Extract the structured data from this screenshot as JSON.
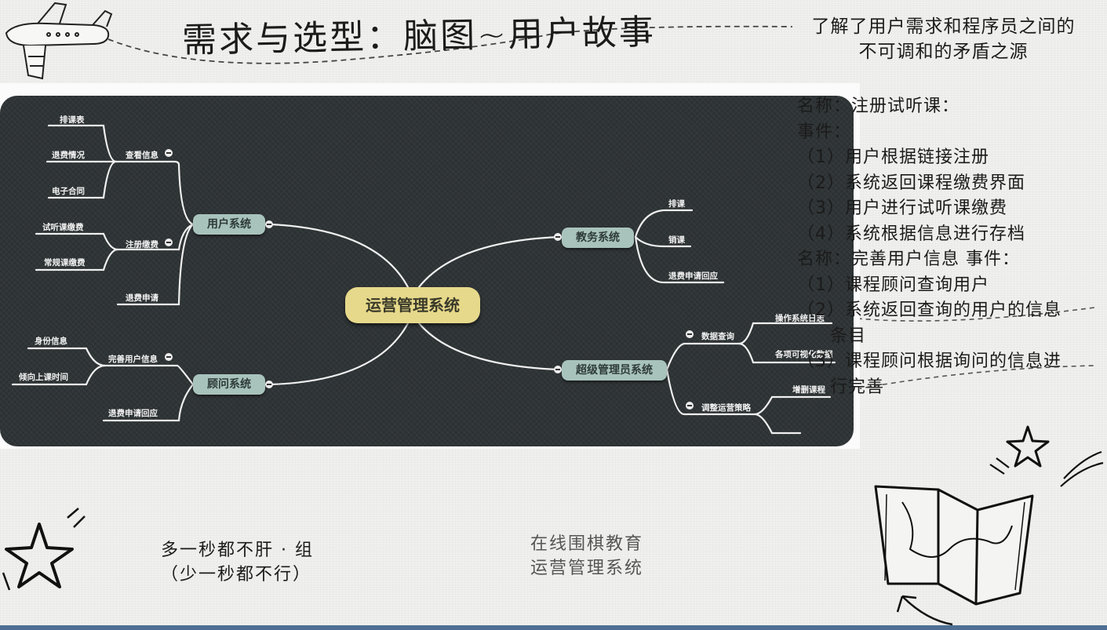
{
  "header": {
    "title": "需求与选型：脑图~用户故事",
    "subtitle_line1": "了解了用户需求和程序员之间的",
    "subtitle_line2": "不可调和的矛盾之源"
  },
  "user_story": {
    "story1_name": "名称：注册试听课：",
    "story1_event": "事件：",
    "story1_steps": [
      "（1）用户根据链接注册",
      "（2）系统返回课程缴费界面",
      "（3）用户进行试听课缴费",
      "（4）系统根据信息进行存档"
    ],
    "story2_name": "名称：完善用户信息 事件：",
    "story2_steps": [
      "（1）课程顾问查询用户",
      "（2）系统返回查询的用户的信息",
      "条目",
      "（3）课程顾问根据询问的信息进",
      "行完善"
    ]
  },
  "mindmap": {
    "root": "运营管理系统",
    "branches": {
      "user_system": "用户系统",
      "teaching_system": "教务系统",
      "advisor_system": "顾问系统",
      "super_admin_system": "超级管理员系统"
    },
    "user_system": {
      "view_info": "查看信息",
      "view_info_items": [
        "排课表",
        "退费情况",
        "电子合同"
      ],
      "register_pay": "注册缴费",
      "register_pay_items": [
        "试听课缴费",
        "常规课缴费"
      ],
      "refund_apply": "退费申请"
    },
    "teaching_system": {
      "items": [
        "排课",
        "销课",
        "退费申请回应"
      ]
    },
    "advisor_system": {
      "complete_info": "完善用户信息",
      "complete_info_items": [
        "身份信息",
        "倾向上课时间"
      ],
      "refund_response": "退费申请回应"
    },
    "super_admin_system": {
      "data_query": "数据查询",
      "data_query_items": [
        "操作系统日志",
        "各项可视化数据"
      ],
      "adjust_strategy": "调整运营策略",
      "adjust_strategy_items": [
        "增删课程"
      ]
    }
  },
  "footer": {
    "team_line1": "多一秒都不肝 · 组",
    "team_line2": "（少一秒都不行）",
    "project_line1": "在线围棋教育",
    "project_line2": "运营管理系统"
  },
  "icons": [
    "airplane-icon",
    "star-icon",
    "map-icon",
    "arrow-icon"
  ],
  "colors": {
    "mindmap_bg": "#2f3436",
    "root_node": "#e7d98b",
    "branch_node": "#a8c3bc",
    "bottom_bar": "#4e6f93"
  }
}
